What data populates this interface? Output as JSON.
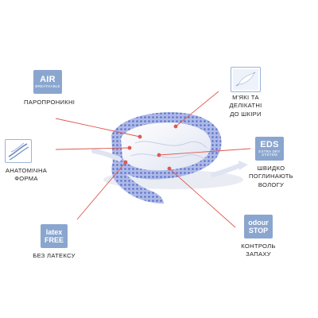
{
  "features": {
    "air": {
      "badge_main": "AIR",
      "badge_sub": "BREATHABLE",
      "caption": "ПАРОПРОНИКНІ"
    },
    "anatomic": {
      "caption": "АНАТОМІЧНА\nФОРМА",
      "icon": "anatomic-shape-icon"
    },
    "latex": {
      "badge_line1": "latex",
      "badge_line2": "FREE",
      "caption": "БЕЗ ЛАТЕКСУ"
    },
    "soft": {
      "caption": "М'ЯКІ ТА\nДЕЛІКАТНІ\nДО ШКІРИ",
      "icon": "feather-icon"
    },
    "eds": {
      "badge_main": "EDS",
      "badge_sub": "EXTRA DRY SYSTEM",
      "caption": "ШВИДКО\nПОГЛИНАЮТЬ\nВОЛОГУ"
    },
    "odour": {
      "badge_line1": "odour",
      "badge_line2": "STOP",
      "caption": "КОНТРОЛЬ\nЗАПАХУ"
    }
  },
  "colors": {
    "badge_blue": "#8aa6cf",
    "pointer_red": "#e0584f",
    "pad_blue": "#5b74c9"
  }
}
